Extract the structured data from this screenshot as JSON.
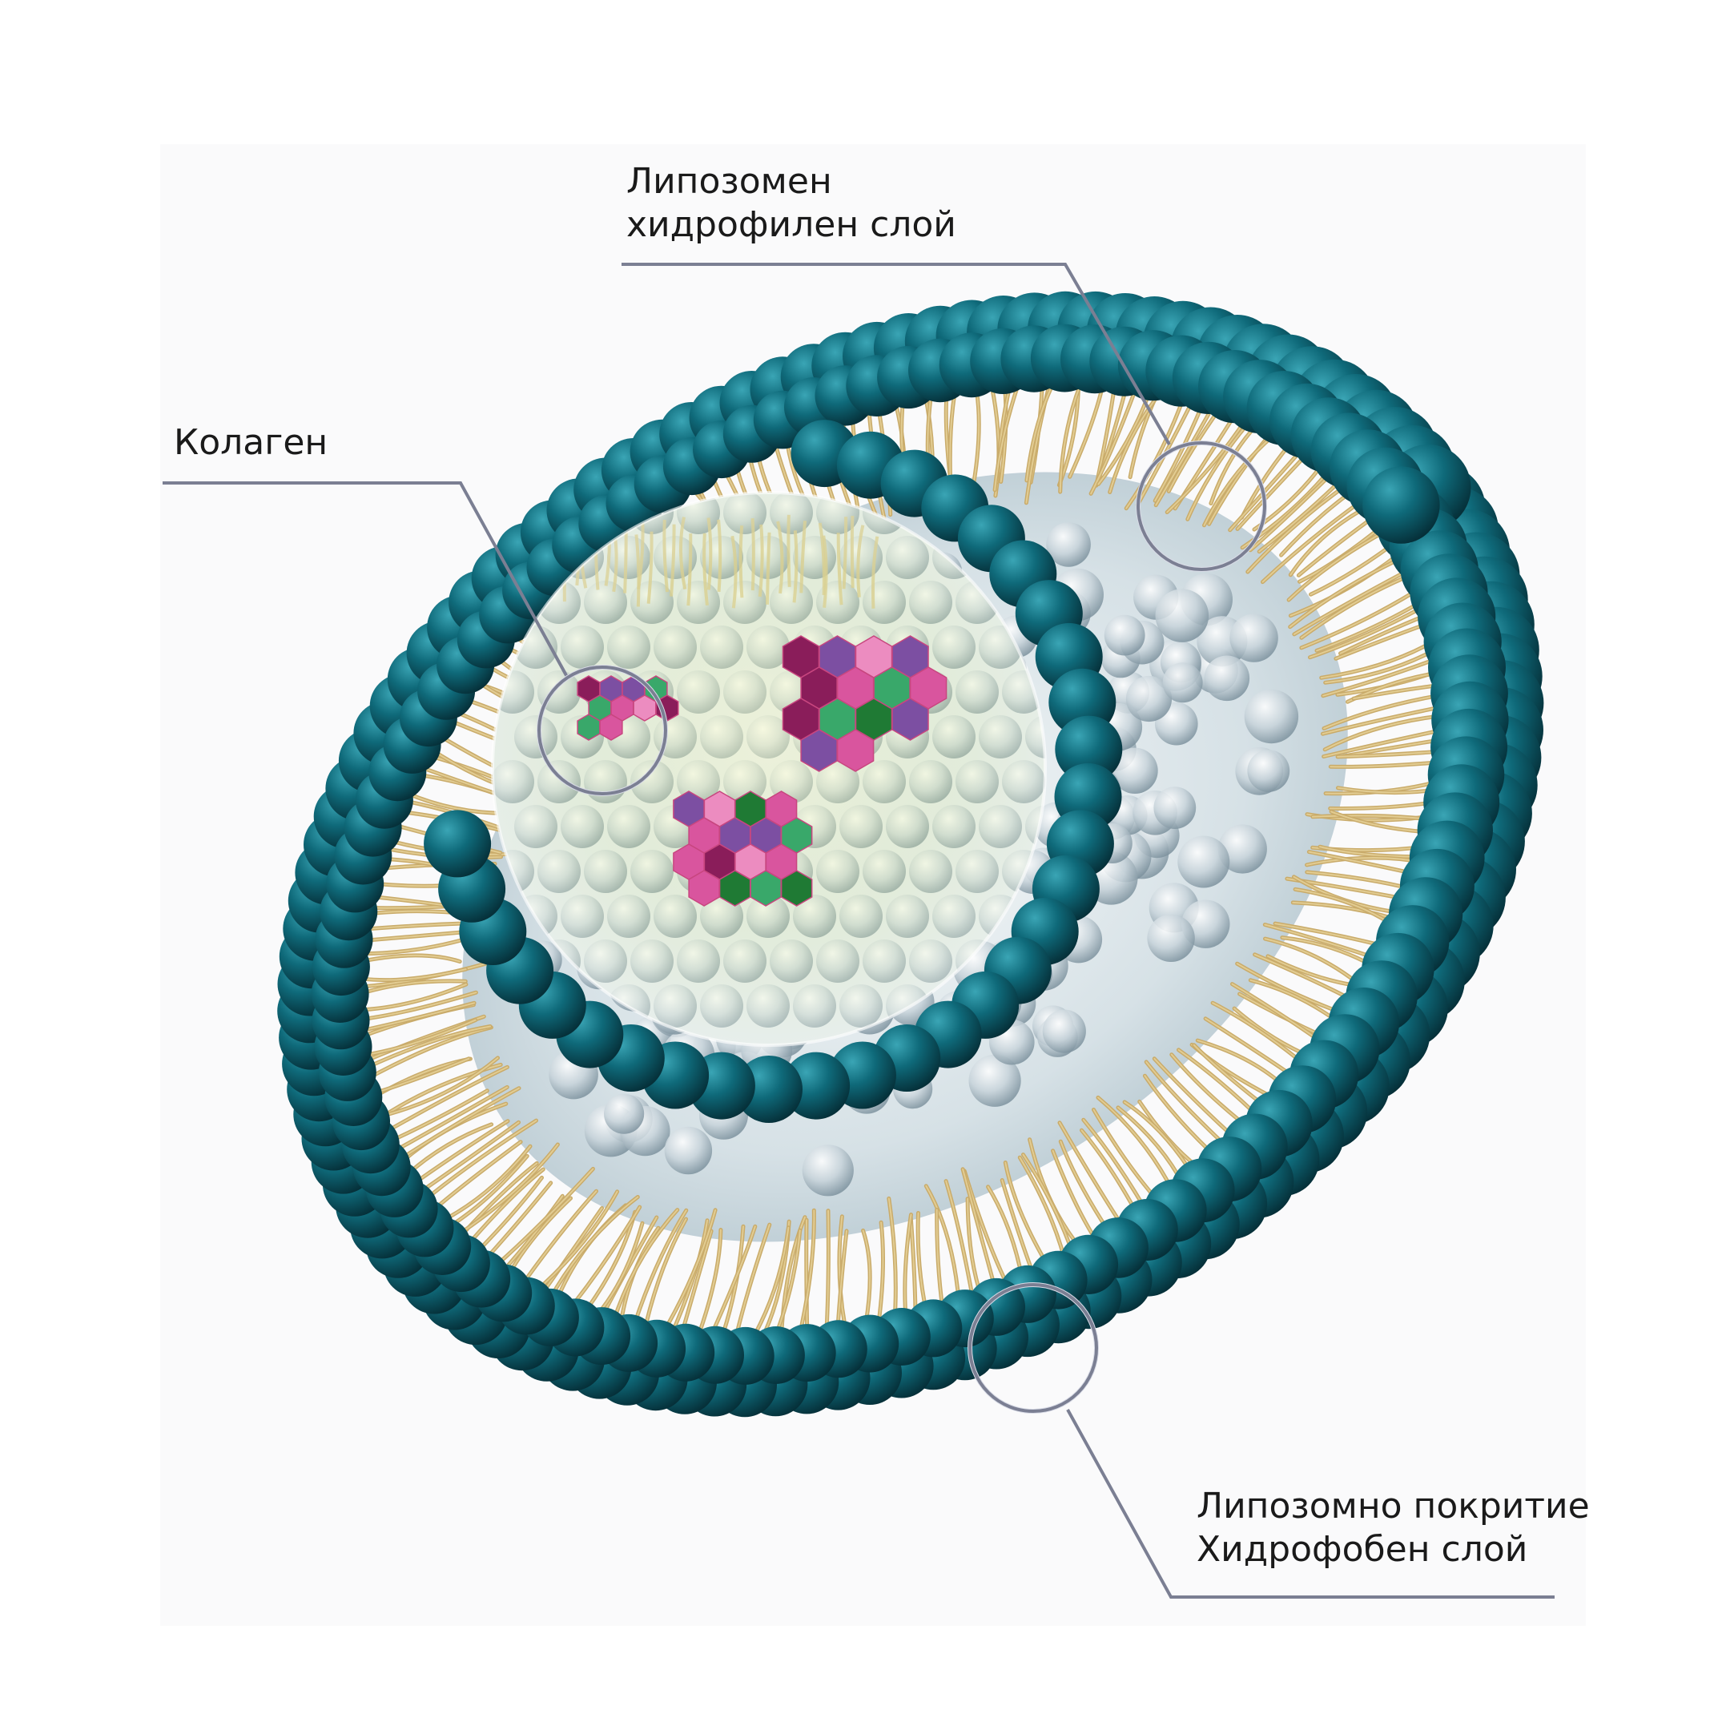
{
  "diagram": {
    "labels": {
      "hydrophilic": {
        "line1": "Липозомен",
        "line2": "хидрофилен слой"
      },
      "collagen": {
        "line1": "Колаген"
      },
      "hydrophobic": {
        "line1": "Липозомно покритие",
        "line2": "Хидрофобен слой"
      }
    }
  },
  "colors": {
    "head": "#0e6677",
    "head_light": "#2a9aab",
    "head_dark": "#063843",
    "tail": "#c9ab6a",
    "tail_light": "#e8d49c",
    "core": "#dfe8ec",
    "leader": "#7b7f93",
    "hex_pink": "#d9559e",
    "hex_light_pink": "#ec8cc0",
    "hex_green": "#1f7a34",
    "hex_light_green": "#39a86a",
    "hex_dark": "#8a1d5a",
    "hex_purple": "#7c4fa2"
  }
}
